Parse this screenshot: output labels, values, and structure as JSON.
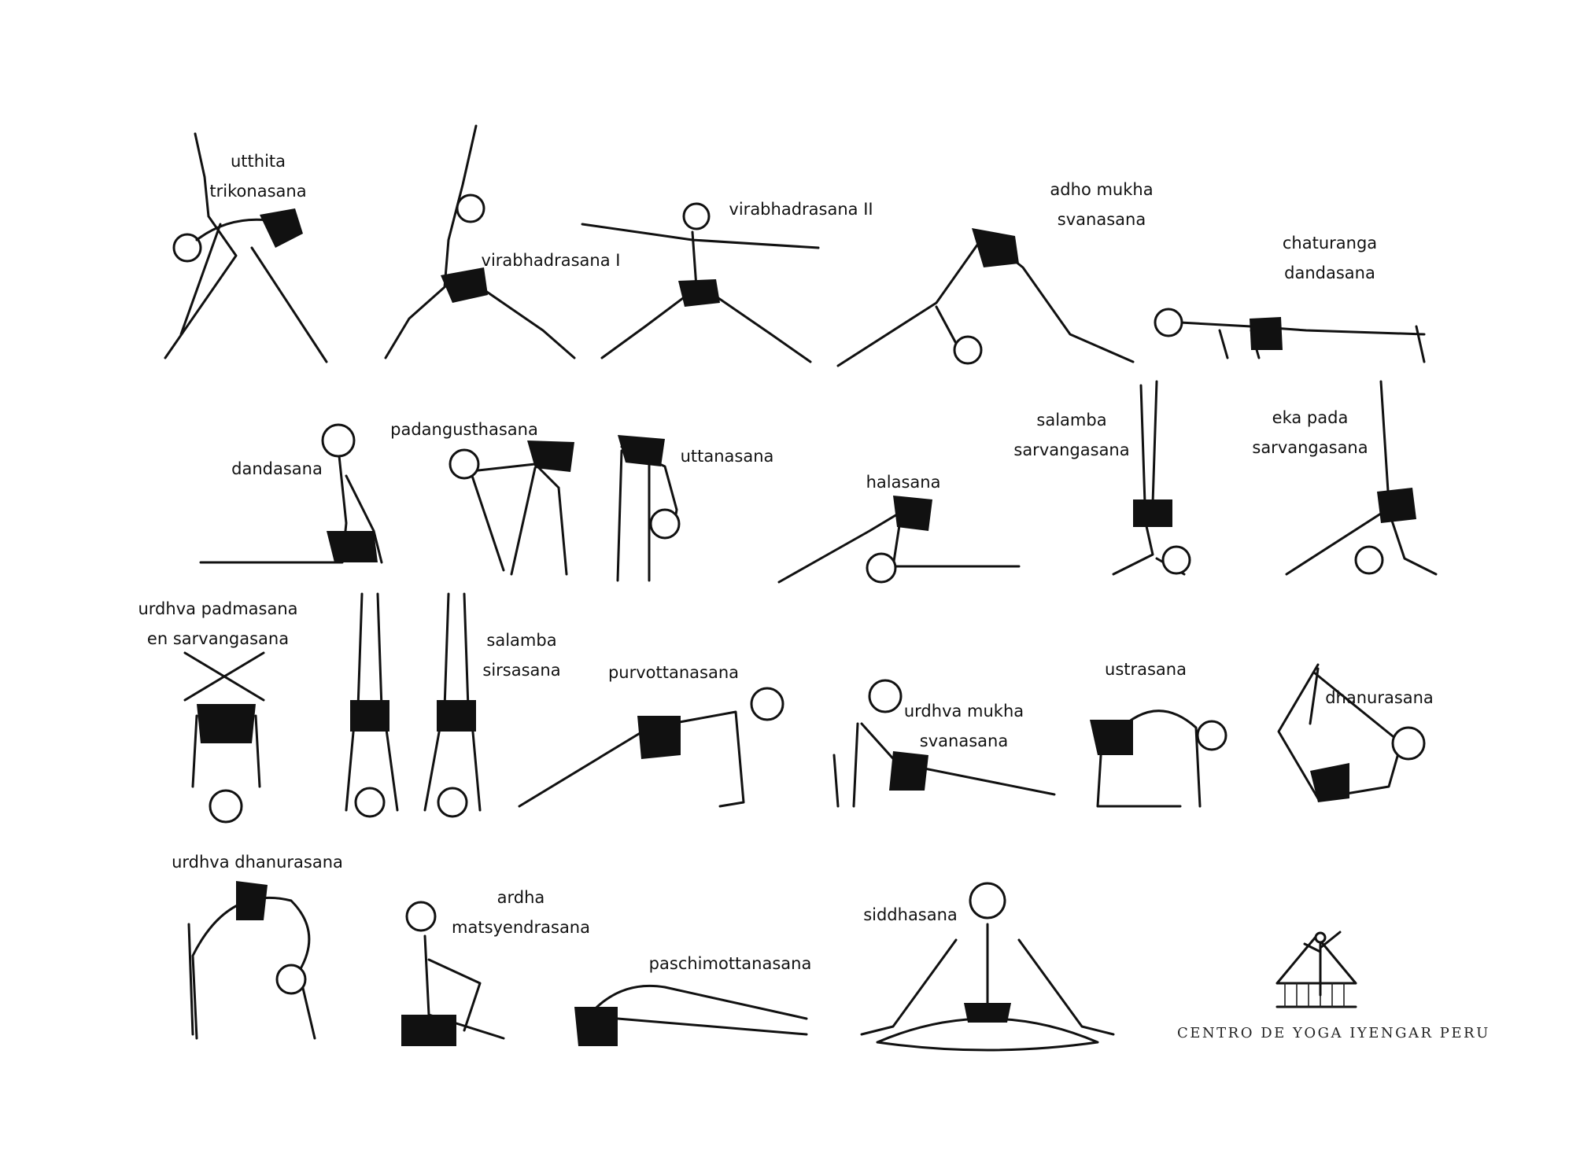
{
  "poses": [
    {
      "id": "utthita-trikonasana",
      "lines": [
        "utthita",
        "trikonasana"
      ]
    },
    {
      "id": "virabhadrasana-1",
      "lines": [
        "virabhadrasana I"
      ]
    },
    {
      "id": "virabhadrasana-2",
      "lines": [
        "virabhadrasana II"
      ]
    },
    {
      "id": "adho-mukha-svanasana",
      "lines": [
        "adho mukha",
        "svanasana"
      ]
    },
    {
      "id": "chaturanga-dandasana",
      "lines": [
        "chaturanga",
        "dandasana"
      ]
    },
    {
      "id": "dandasana",
      "lines": [
        "dandasana"
      ]
    },
    {
      "id": "padangusthasana",
      "lines": [
        "padangusthasana"
      ]
    },
    {
      "id": "uttanasana",
      "lines": [
        "uttanasana"
      ]
    },
    {
      "id": "halasana",
      "lines": [
        "halasana"
      ]
    },
    {
      "id": "salamba-sarvangasana",
      "lines": [
        "salamba",
        "sarvangasana"
      ]
    },
    {
      "id": "eka-pada-sarvangasana",
      "lines": [
        "eka pada",
        "sarvangasana"
      ]
    },
    {
      "id": "urdhva-padmasana",
      "lines": [
        "urdhva padmasana",
        "en sarvangasana"
      ]
    },
    {
      "id": "salamba-sirsasana",
      "lines": [
        "salamba",
        "sirsasana"
      ]
    },
    {
      "id": "purvottanasana",
      "lines": [
        "purvottanasana"
      ]
    },
    {
      "id": "urdhva-mukha-svanasana",
      "lines": [
        "urdhva mukha",
        "svanasana"
      ]
    },
    {
      "id": "ustrasana",
      "lines": [
        "ustrasana"
      ]
    },
    {
      "id": "dhanurasana",
      "lines": [
        "dhanurasana"
      ]
    },
    {
      "id": "urdhva-dhanurasana",
      "lines": [
        "urdhva dhanurasana"
      ]
    },
    {
      "id": "ardha-matsyendrasana",
      "lines": [
        "ardha",
        "matsyendrasana"
      ]
    },
    {
      "id": "paschimottanasana",
      "lines": [
        "paschimottanasana"
      ]
    },
    {
      "id": "siddhasana",
      "lines": [
        "siddhasana"
      ]
    }
  ],
  "logo": {
    "text": "CENTRO DE YOGA IYENGAR PERU",
    "icon": "yoga-center-logo-icon"
  },
  "colors": {
    "ink": "#111111",
    "background": "#ffffff"
  }
}
